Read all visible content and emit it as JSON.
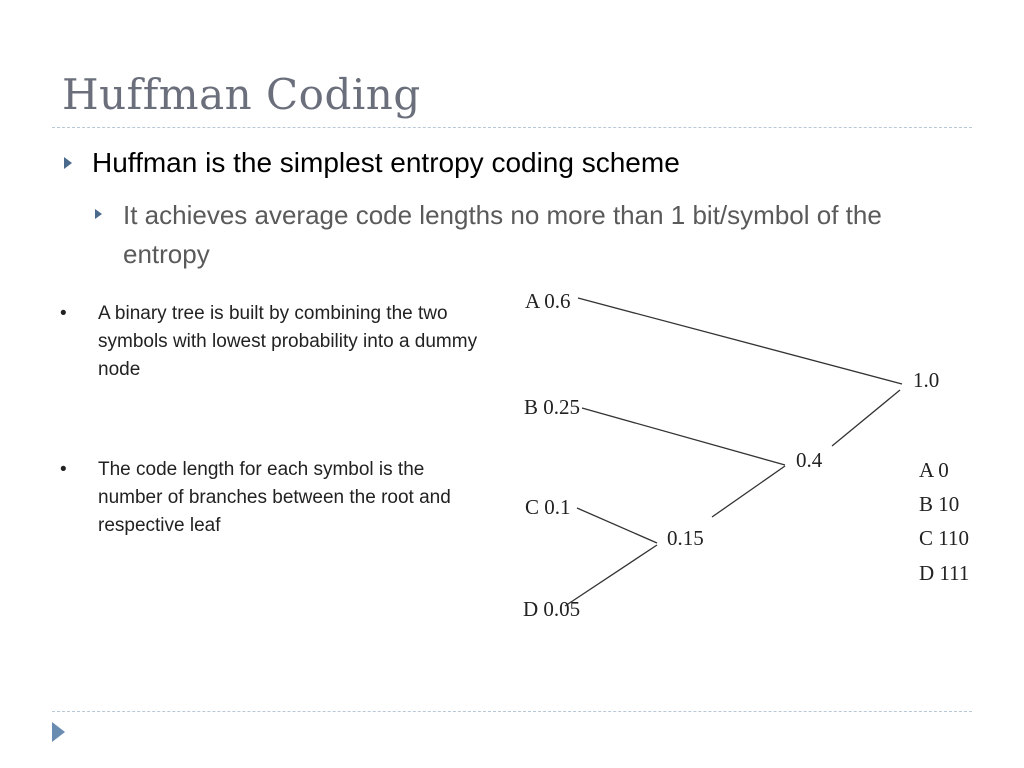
{
  "slide": {
    "title": "Huffman Coding",
    "bullets": [
      {
        "text": "Huffman is the simplest entropy coding scheme"
      },
      {
        "text": "It achieves average code lengths no more than 1 bit/symbol of the entropy"
      }
    ],
    "points": [
      "A binary tree is built by combining the two symbols with lowest probability  into a dummy node",
      "The code length for each symbol is the number of branches between the root and respective leaf"
    ]
  },
  "tree": {
    "leaves": [
      "A 0.6",
      "B 0.25",
      "C 0.1",
      "D 0.05"
    ],
    "nodes": [
      "1.0",
      "0.4",
      "0.15"
    ],
    "codes": [
      "A 0",
      "B 10",
      "C 110",
      "D 111"
    ]
  },
  "colors": {
    "title": "#6b6f7c",
    "accent": "#4a6a8c",
    "rule": "#b8c8d6"
  }
}
